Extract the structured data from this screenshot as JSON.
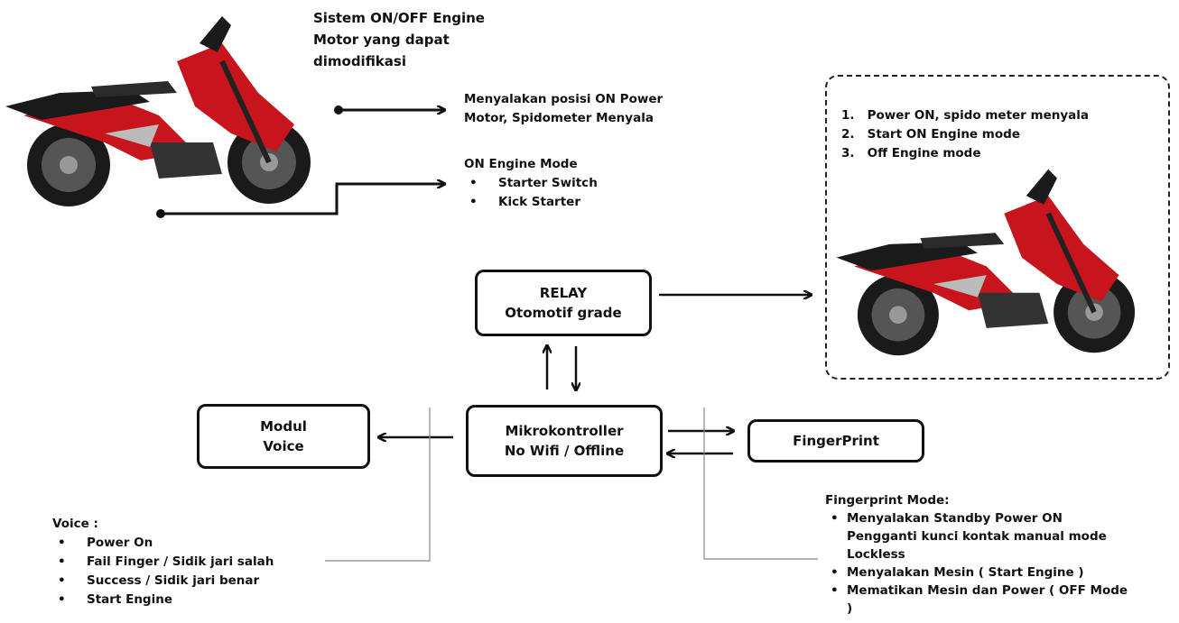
{
  "top_heading": [
    "Sistem ON/OFF Engine",
    "Motor yang dapat",
    "dimodifikasi"
  ],
  "power_note": [
    "Menyalakan posisi ON Power",
    "Motor, Spidometer Menyala"
  ],
  "engine_mode": {
    "title": "ON Engine Mode",
    "items": [
      "Starter Switch",
      "Kick Starter"
    ]
  },
  "result_panel": {
    "items": [
      "1.   Power ON, spido meter menyala",
      "2.   Start ON Engine mode",
      "3.   Off Engine mode"
    ]
  },
  "blocks": {
    "relay": [
      "RELAY",
      "Otomotif grade"
    ],
    "mcu": [
      "Mikrokontroller",
      "No Wifi / Offline"
    ],
    "voice": [
      "Modul",
      "Voice"
    ],
    "fingerprint": [
      "FingerPrint"
    ]
  },
  "voice_list": {
    "title": "Voice :",
    "items": [
      "Power On",
      "Fail Finger / Sidik jari salah",
      "Success / Sidik jari benar",
      "Start Engine"
    ]
  },
  "fingerprint_list": {
    "title": "Fingerprint Mode:",
    "items": [
      "Menyalakan Standby Power ON Pengganti kunci kontak manual mode Lockless",
      "Menyalakan Mesin ( Start Engine )",
      "Mematikan Mesin dan Power ( OFF Mode )"
    ]
  },
  "colors": {
    "bike_red": "#c8141c",
    "bike_dark": "#1a1a1a",
    "line": "#111111"
  },
  "icons": [
    "motorcycle-image-left",
    "motorcycle-image-right"
  ]
}
